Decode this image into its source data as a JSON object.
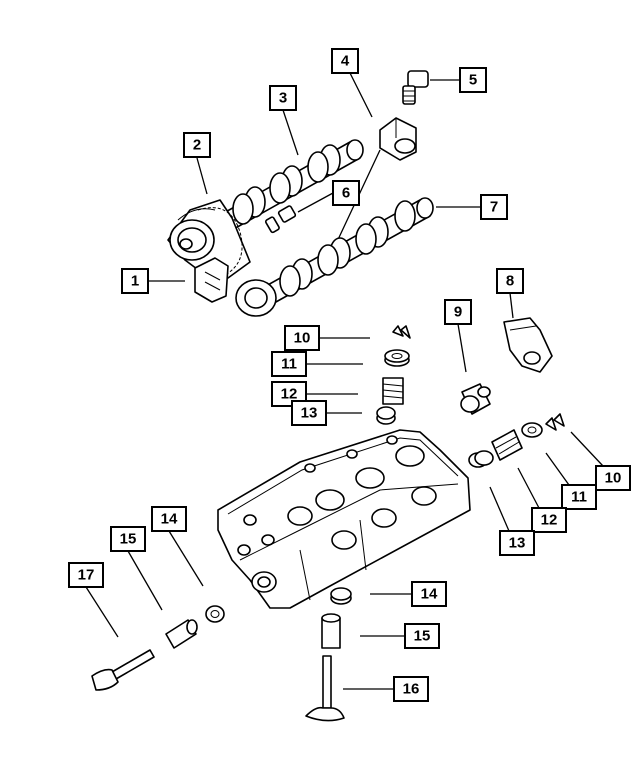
{
  "callouts": [
    {
      "id": "c4",
      "label": "4"
    },
    {
      "id": "c5",
      "label": "5"
    },
    {
      "id": "c3",
      "label": "3"
    },
    {
      "id": "c2",
      "label": "2"
    },
    {
      "id": "c6",
      "label": "6"
    },
    {
      "id": "c7",
      "label": "7"
    },
    {
      "id": "c1",
      "label": "1"
    },
    {
      "id": "c8",
      "label": "8"
    },
    {
      "id": "c9",
      "label": "9"
    },
    {
      "id": "c10a",
      "label": "10"
    },
    {
      "id": "c11a",
      "label": "11"
    },
    {
      "id": "c12a",
      "label": "12"
    },
    {
      "id": "c13a",
      "label": "13"
    },
    {
      "id": "c10b",
      "label": "10"
    },
    {
      "id": "c11b",
      "label": "11"
    },
    {
      "id": "c12b",
      "label": "12"
    },
    {
      "id": "c13b",
      "label": "13"
    },
    {
      "id": "c14a",
      "label": "14"
    },
    {
      "id": "c15a",
      "label": "15"
    },
    {
      "id": "c17",
      "label": "17"
    },
    {
      "id": "c14b",
      "label": "14"
    },
    {
      "id": "c15b",
      "label": "15"
    },
    {
      "id": "c16",
      "label": "16"
    }
  ]
}
